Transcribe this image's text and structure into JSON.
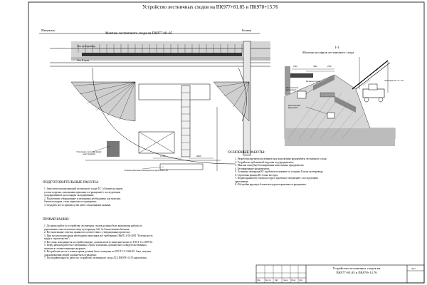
{
  "title": "Устройство лестничных сходов на ПК977+81.85 и ПК978+13.76",
  "plan": {
    "subtitle": "Монтаж лестничного схода на ПК977+81.85",
    "dir_left": "Швецовская",
    "dir_right": "Колония",
    "axis_1": "Ось путепровода",
    "axis_2": "Ось II пути",
    "dim_1": "13500",
    "dim_2": "14400",
    "label_storage": "Площадка складирования конструкций",
    "label_pod": "Технологическая площадка под кран ПАТ-18"
  },
  "section": {
    "title_1": "1-1",
    "title_2": "Монтаж косоуров лестничного схода",
    "label_a": "Монолитный фундамент",
    "label_b": "Монолитный фундамент",
    "label_crane": "Автокран КС г/п. 25т.",
    "label_c": "Блоки косоуров",
    "dims": [
      "4700",
      "3800",
      "2500"
    ]
  },
  "prep": {
    "heading": "ПОДГОТОВИТЕЛЬНЫЕ РАБОТЫ:",
    "items": [
      "1. Завоз металлоконструкций лестничного схода ЛС 1 (блоков косоуров,",
      "    уголок поручня, заполнения перильного ограждения) с последующим",
      "    складированием на площадке складирования;",
      "2. Подготовить оборудование и механизмы необходимые для монтажа",
      "    блоков косоуров, стоек перильного ограждения;",
      "3. Оградить место производства работ сигнальными знаками."
    ]
  },
  "notes": {
    "heading": "ПРИМЕЧАНИЯ:",
    "items": [
      "1. До начала работ по устройству лестничных сходов должны быть выполнены работы по",
      "    укреплению откосов насыпи опор путепровода №0, №1 монолитным бетоном;",
      "2. Все монтажные отметки принять в соответствии с утвержденным проектом;",
      "3. При эксплуатации крана необходимо выполнять все требования  СНиП 12-03-2001 \"Безопасность",
      "    труда в строительстве\";",
      "4. Все лица, находящиеся на стройплощадке, должны носить  защитные каски по ГОСТ 12.4.087-84",
      "5. Перед началом работ все механизмы, стропа и монтажь должны быть освидетельствованы с",
      "    записью в соответствующем журнале;",
      "6. Все рабочие места в темное время должны быть освещены по ГОСТ 12.1.046-85. Зона, опасная",
      "    для нахождения людей должна быть ограждена;",
      "7. Последовательность работ по устройству лестничного схода ЛС2 ПК978+13,76 аналогична."
    ]
  },
  "main": {
    "heading": "ОСНОВНЫЕ РАБОТЫ:",
    "items": [
      "1. Разработка вручную котлованов под монолитные фундаменты лестничного схода;",
      "2. Устройство щебеночной подушки под фундаменты;",
      "3. Монтаж опалубки бетонирования монолитных фундаментов;",
      "4. Бетонирование фундаментов;",
      "5. Установка автокрана КС в рабочее положение со стороны  II пути путепровода;",
      "6. Строповка краном КС блока косоура;",
      "7. Подача краном КС блока косоура в проектное положение с последующим",
      "    креплением;",
      "8. Обстройка вручную блоков косоуров перильным ограждением."
    ]
  },
  "stamp": {
    "line1": "Устройство лестничных сходов на",
    "line2": "ПК977+81.85 и ПК978+13.76",
    "sheet_label": "Лист",
    "cols": [
      "Изм.",
      "Кол.уч.",
      "Лист",
      "№док",
      "Подп.",
      "Дата"
    ]
  }
}
